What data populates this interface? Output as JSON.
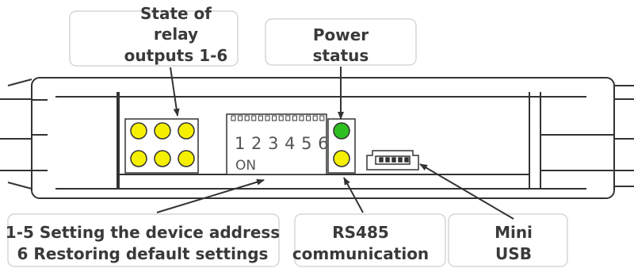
{
  "labels": {
    "relay_state": [
      "State of",
      "relay",
      "outputs 1-6"
    ],
    "power_status": [
      "Power",
      "status"
    ],
    "dip_setting": [
      "1-5 Setting the device address",
      "6 Restoring default settings"
    ],
    "rs485": [
      "RS485",
      "communication"
    ],
    "mini_usb": [
      "Mini",
      "USB"
    ]
  },
  "dip_switch": {
    "numbers": "1 2 3 4 5 6",
    "on_label": "ON"
  },
  "leds": {
    "relay_count": 6,
    "relay_color": "#f5f000",
    "power_color": "#2ec01f",
    "rs485_color": "#f5f000"
  },
  "colors": {
    "outline": "#333333",
    "callout_border": "#d6d6d6",
    "text": "#3a3a3a"
  }
}
